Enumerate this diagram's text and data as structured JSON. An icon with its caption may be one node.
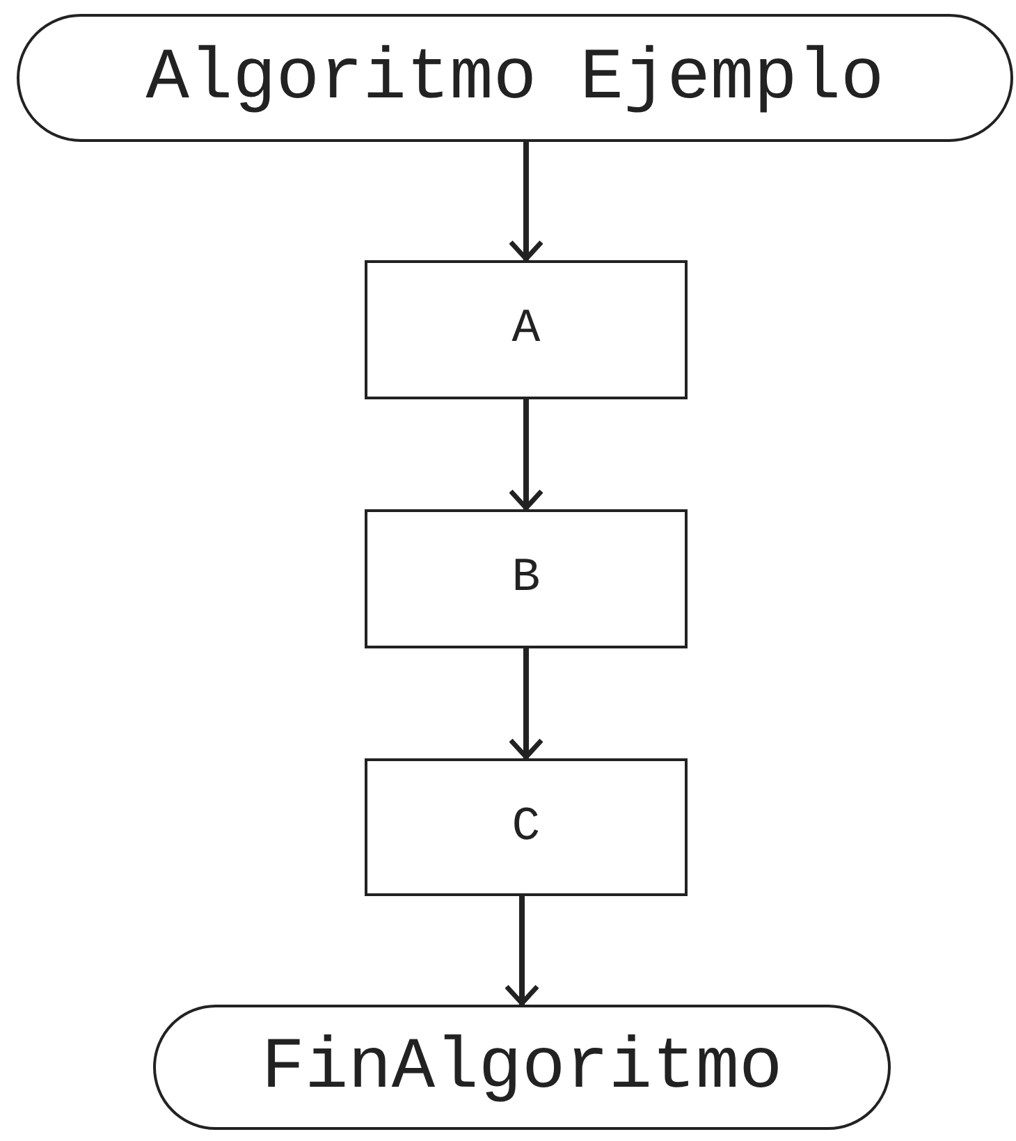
{
  "diagram": {
    "nodes": [
      {
        "text": [
          "Algoritmo Ejemplo"
        ]
      },
      {
        "text": [
          "A"
        ]
      },
      {
        "text": [
          "B"
        ]
      },
      {
        "text": [
          "C"
        ]
      },
      {
        "text": [
          "FinAlgoritmo"
        ]
      }
    ],
    "edges": [
      {
        "from": 0,
        "to": 1,
        "arrow": "to"
      },
      {
        "from": 1,
        "to": 2,
        "arrow": "to"
      },
      {
        "from": 2,
        "to": 3,
        "arrow": "to"
      },
      {
        "from": 3,
        "to": 4,
        "arrow": "to"
      }
    ]
  }
}
